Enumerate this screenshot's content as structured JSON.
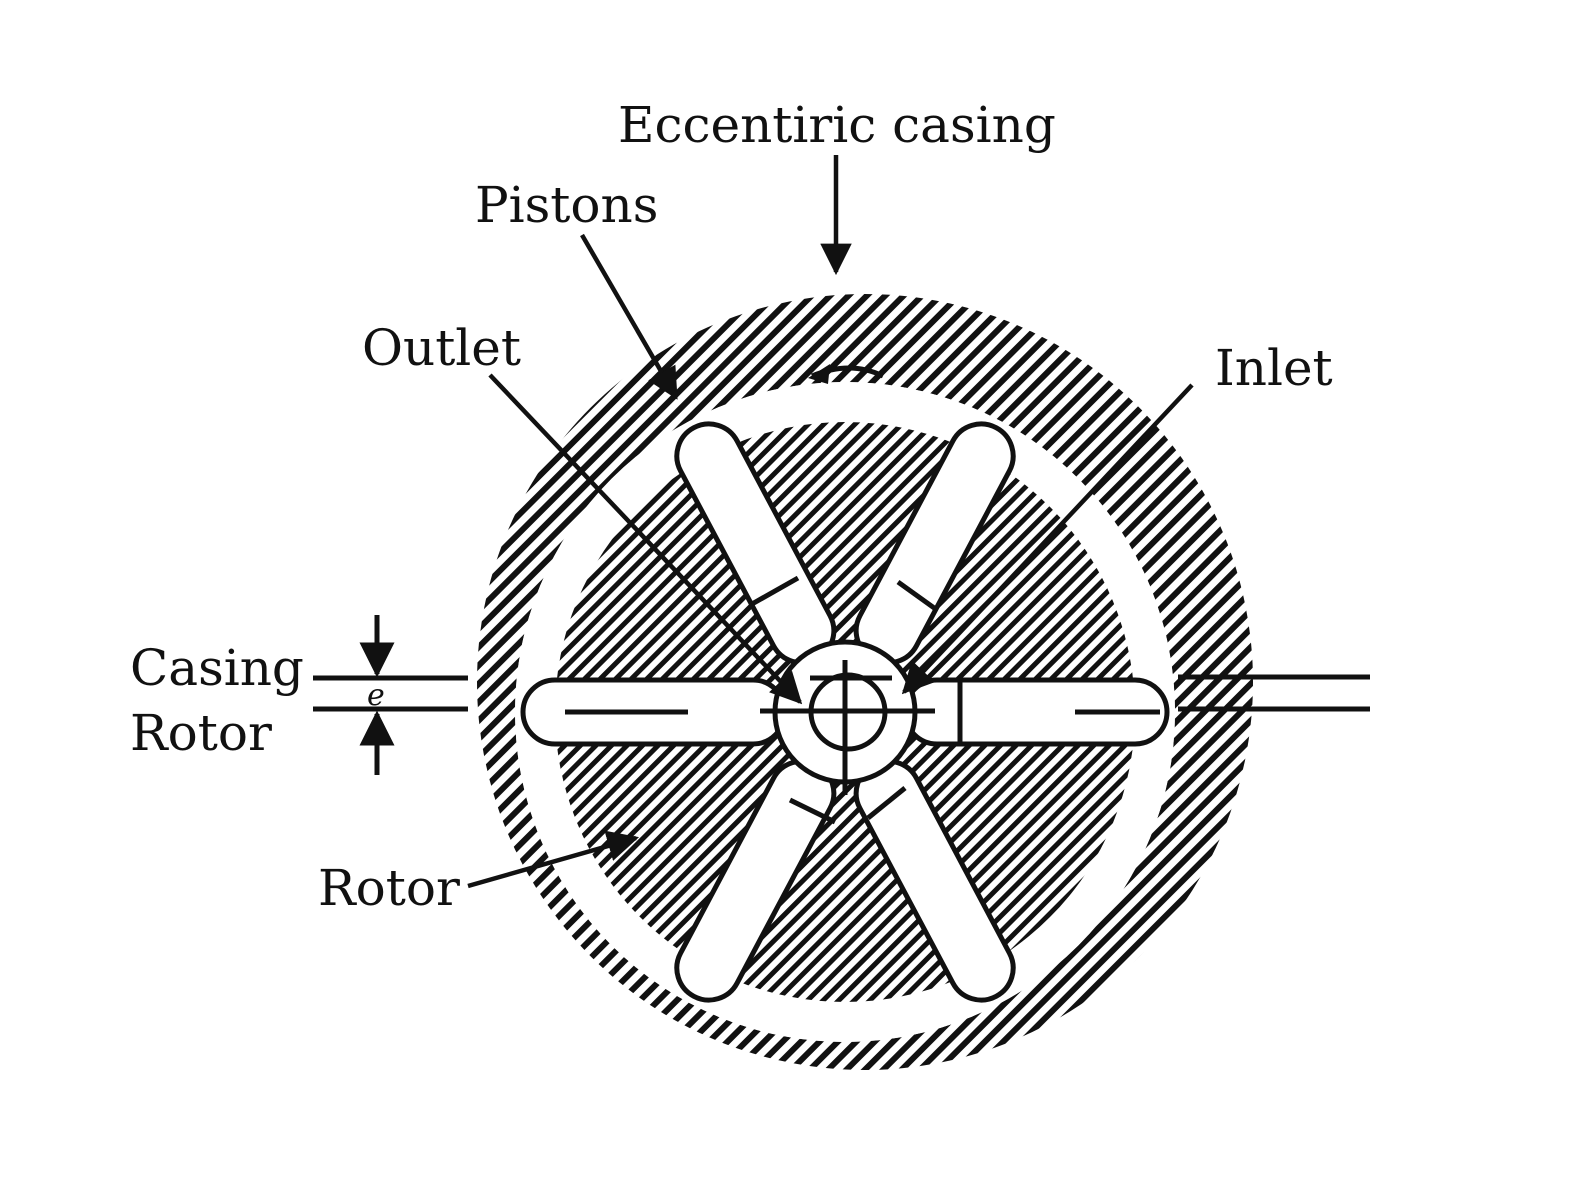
{
  "diagram": {
    "labels": {
      "eccentric_casing": "Eccentiric casing",
      "pistons": "Pistons",
      "outlet": "Outlet",
      "inlet": "Inlet",
      "casing": "Casing",
      "rotor_left": "Rotor",
      "rotor_bottom": "Rotor",
      "eccentricity": "e"
    },
    "colors": {
      "ink": "#111111",
      "paper": "#ffffff"
    },
    "piston_count": 6
  }
}
